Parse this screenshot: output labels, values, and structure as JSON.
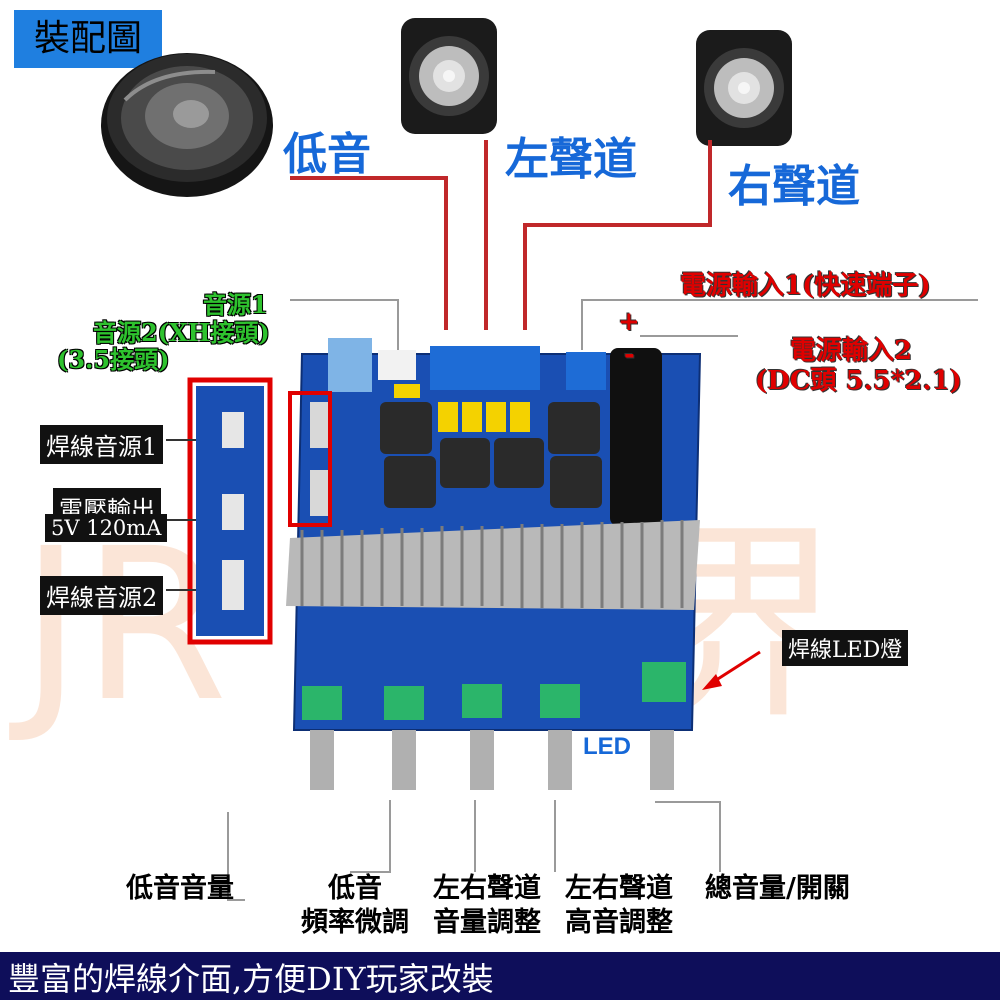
{
  "badge": "裝配圖",
  "speakers": {
    "bass": "低音",
    "left": "左聲道",
    "right": "右聲道"
  },
  "power": {
    "input1": "電源輸入1(快速端子)",
    "input2_line1": "電源輸入2",
    "input2_line2": "(DC頭 5.5*2.1)",
    "plus": "+",
    "minus": "-"
  },
  "audio_sources": {
    "source1": "音源1",
    "source2_line1": "音源2(XH接頭)",
    "source2_line2": "(3.5接頭)"
  },
  "side_labels": {
    "solder_source1": "焊線音源1",
    "voltage_out_line1": "電壓輸出",
    "voltage_out_line2": "5V 120mA",
    "solder_source2": "焊線音源2"
  },
  "led_label": "焊線LED燈",
  "led_text": "LED",
  "knobs": {
    "bass_volume": "低音音量",
    "bass_freq_line1": "低音",
    "bass_freq_line2": "頻率微調",
    "lr_volume_line1": "左右聲道",
    "lr_volume_line2": "音量調整",
    "lr_treble_line1": "左右聲道",
    "lr_treble_line2": "高音調整",
    "master": "總音量/開關"
  },
  "banner": "豐富的焊線介面,方便DIY玩家改裝",
  "colors": {
    "badge_bg": "#1f7fe0",
    "speaker_label": "#1668d8",
    "power_label": "#e00000",
    "source_label": "#2ec22e",
    "wire": "#c0282a",
    "board": "#1a4fb3",
    "banner_bg": "#0e0e5a"
  }
}
